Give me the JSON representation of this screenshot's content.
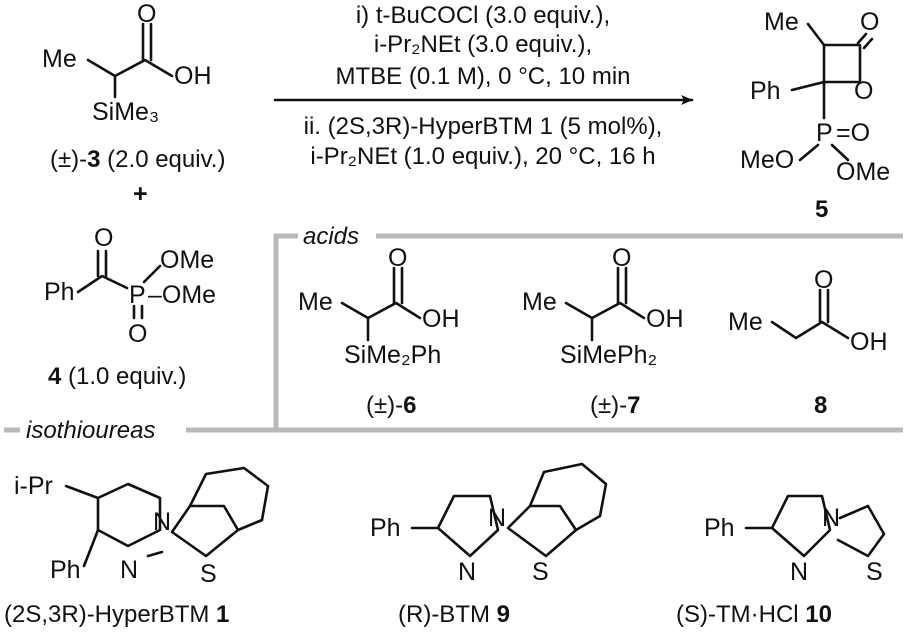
{
  "colors": {
    "ink": "#111111",
    "frame": "#b9b9b9",
    "background": "#ffffff"
  },
  "reaction": {
    "condition_1_a": "i) t-BuCOCl (3.0 equiv.),",
    "condition_1_b": "i-Pr₂NEt (3.0 equiv.),",
    "condition_1_c": "MTBE (0.1 M), 0 °C, 10 min",
    "condition_2_a": "ii. (2S,3R)-HyperBTM 1 (5 mol%),",
    "condition_2_b": "i-Pr₂NEt (1.0 equiv.), 20 °C, 16 h",
    "plus": "+"
  },
  "reagent_3": {
    "label_prefix": "(±)-",
    "number": "3",
    "label_suffix": " (2.0 equiv.)",
    "atoms": {
      "me": "Me",
      "o": "O",
      "oh": "OH",
      "si": "SiMe₃"
    }
  },
  "reagent_4": {
    "number": "4",
    "label_suffix": " (1.0 equiv.)",
    "atoms": {
      "o_top": "O",
      "ome_top": "OMe",
      "ph": "Ph",
      "p": "P",
      "ome_right": "–OMe",
      "o_bottom": "O"
    }
  },
  "product_5": {
    "number": "5",
    "atoms": {
      "me": "Me",
      "o_carbonyl": "O",
      "ph": "Ph",
      "o_ring": "O",
      "p": "P",
      "p_o": "=O",
      "meo": "MeO",
      "ome": "OMe"
    }
  },
  "acids": {
    "title": "acids",
    "items": [
      {
        "prefix": "(±)-",
        "number": "6",
        "si": "SiMe₂Ph",
        "me": "Me",
        "o": "O",
        "oh": "OH"
      },
      {
        "prefix": "(±)-",
        "number": "7",
        "si": "SiMePh₂",
        "me": "Me",
        "o": "O",
        "oh": "OH"
      },
      {
        "prefix": "",
        "number": "8",
        "me": "Me",
        "o": "O",
        "oh": "OH"
      }
    ]
  },
  "isothioureas": {
    "title": "isothioureas",
    "items": [
      {
        "label": "(2S,3R)-HyperBTM ",
        "number": "1",
        "ipr": "i-Pr",
        "ph": "Ph",
        "n_ring": "N",
        "n_imine": "N",
        "s": "S"
      },
      {
        "label": "(R)-BTM ",
        "number": "9",
        "ph": "Ph",
        "n_ring": "N",
        "n_imine": "N",
        "s": "S"
      },
      {
        "label": "(S)-TM·HCl ",
        "number": "10",
        "ph": "Ph",
        "n_ring": "N",
        "n_imine": "N",
        "s": "S"
      }
    ]
  }
}
